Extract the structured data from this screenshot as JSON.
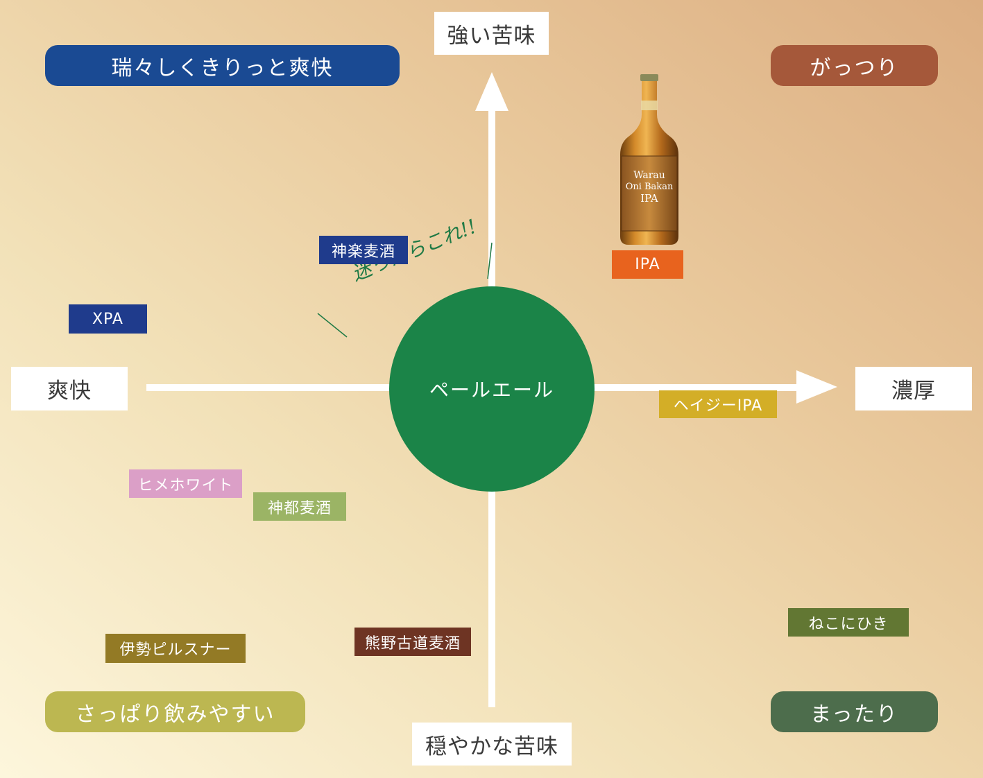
{
  "axis": {
    "top": "強い苦味",
    "bottom": "穏やかな苦味",
    "left": "爽快",
    "right": "濃厚"
  },
  "corners": {
    "top_left": "瑞々しくきりっと爽快",
    "top_right": "がっつり",
    "bottom_left": "さっぱり飲みやすい",
    "bottom_right": "まったり"
  },
  "center": {
    "label": "ペールエール",
    "note": "迷ったらこれ!!"
  },
  "bottle": {
    "line1": "Warau",
    "line2": "Oni Bakan",
    "line3": "IPA"
  },
  "beers": {
    "ipa": "IPA",
    "kagura": "神楽麦酒",
    "xpa": "XPA",
    "hazy": "ヘイジーIPA",
    "hime": "ヒメホワイト",
    "shinto": "神都麦酒",
    "ise": "伊勢ピルスナー",
    "kumano": "熊野古道麦酒",
    "neko": "ねこにひき"
  },
  "colors": {
    "top_left": "#1a4a93",
    "top_right": "#a5583a",
    "bottom_left": "#bcb751",
    "bottom_right": "#4d6d4c",
    "center": "#1b8448",
    "ipa": "#e8631e",
    "kagura": "#1f3b8c",
    "xpa": "#1f3b8c",
    "hazy": "#d3ae27",
    "hime": "#db9fc7",
    "shinto": "#9bb465",
    "ise": "#937a25",
    "kumano": "#6e3423",
    "neko": "#627733"
  }
}
